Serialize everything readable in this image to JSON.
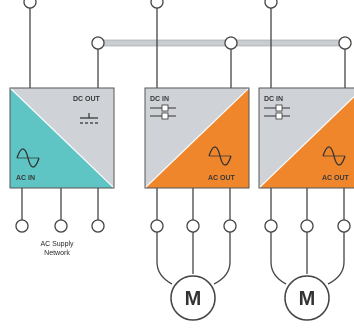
{
  "colors": {
    "rectifier_fill": "#5fc4c4",
    "inverter_fill": "#f0862c",
    "panel_fill": "#cfd3d8",
    "bus_fill": "#c9cdd2",
    "wire": "#444444"
  },
  "rectifier": {
    "dc_out_label": "DC OUT",
    "ac_in_label": "AC IN",
    "ac_symbol_icon": "sine-wave-icon",
    "dc_symbol_icon": "dc-symbol-icon"
  },
  "inverters": [
    {
      "dc_in_label": "DC IN",
      "ac_out_label": "AC OUT",
      "ac_symbol_icon": "sine-wave-icon",
      "dc_symbol_icon": "dc-symbol-icon"
    },
    {
      "dc_in_label": "DC IN",
      "ac_out_label": "AC OUT",
      "ac_symbol_icon": "sine-wave-icon",
      "dc_symbol_icon": "dc-symbol-icon"
    }
  ],
  "network_label": {
    "line1": "AC Supply",
    "line2": "Network"
  },
  "motors": [
    {
      "label": "M"
    },
    {
      "label": "M"
    }
  ]
}
